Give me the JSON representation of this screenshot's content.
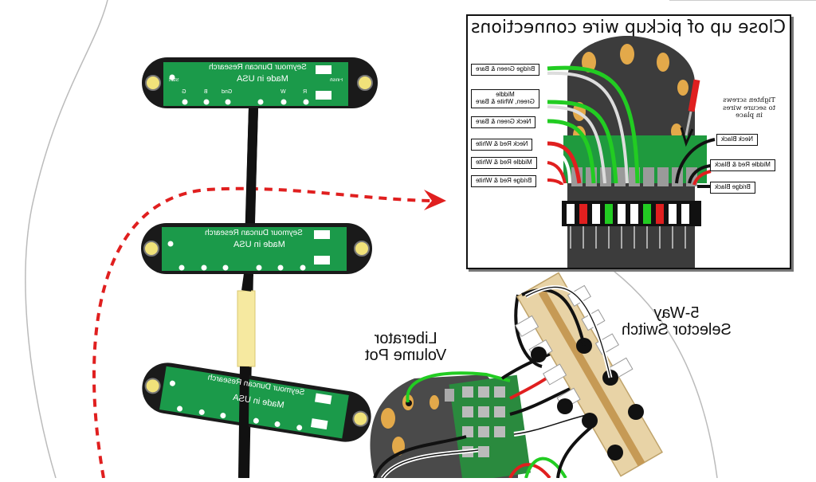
{
  "inset": {
    "title": "Close up of pickup wire connections",
    "screw_note": "Tighten screws\nto secure wires\nin place",
    "left_labels": [
      "Bridge Green & Bare",
      "Middle\nGreen, White & Bare",
      "Neck Green & Bare",
      "Neck Red & White",
      "Middle Red & White",
      "Bridge Red & White"
    ],
    "right_labels": [
      "Neck Black",
      "Middle Red & Black",
      "Bridge Black"
    ]
  },
  "pickups": {
    "brand": "Seymour Duncan Research",
    "made_in": "Made in USA",
    "solder_pads": [
      "Start",
      "G",
      "B",
      "Gnd",
      "W",
      "R",
      "Finish"
    ],
    "neck_made_in": "Made in USA",
    "middle_made_in": "Made in USA",
    "bridge_made_in": "Made in USA"
  },
  "labels": {
    "switch": "5-Way\nSelector Switch",
    "pot": "Liberator\nVolume Pot"
  },
  "colors": {
    "pcb_green": "#1b9a4a",
    "pickup_black": "#1a1a1a",
    "wire_green": "#22cc22",
    "wire_red": "#e01f1f",
    "arrow_red": "#e01f1f",
    "pot_body": "#4a4a4a",
    "switch_body": "#e8d3a6",
    "tape_yellow": "#f6e9a0"
  }
}
